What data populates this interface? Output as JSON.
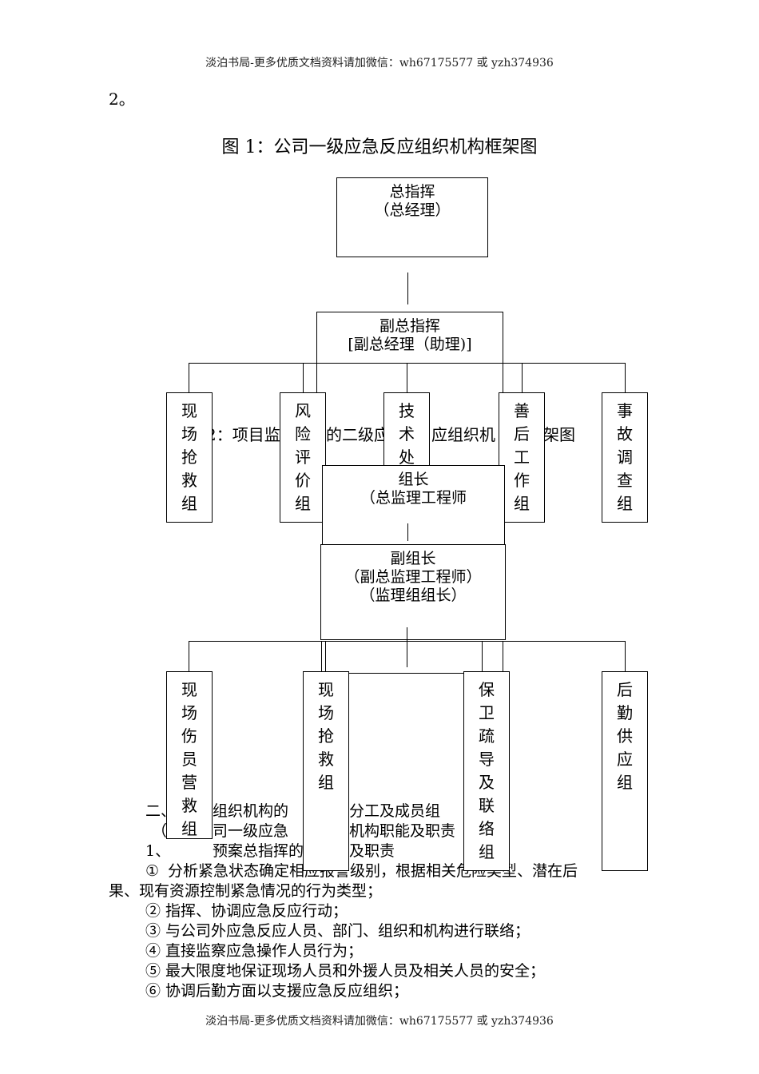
{
  "header": {
    "watermark": "淡泊书局-更多优质文档资料请加微信：wh67175577 或 yzh374936"
  },
  "page_fragment": "2。",
  "figure1": {
    "title": "图 1：公司一级应急反应组织机构框架图",
    "top_box": {
      "line1": "总指挥",
      "line2": "（总经理）"
    },
    "deputy_box": {
      "line1": "副总指挥",
      "line2": "[副总经理（助理)]"
    },
    "groups": [
      "现场抢救组",
      "风险评价组",
      "技术处",
      "善后工作组",
      "事故调查组"
    ]
  },
  "figure2": {
    "title_partial": "2：项目监",
    "title_mid": "的二级应",
    "title_mid2": "应组织机",
    "title_end": "架图",
    "leader_box": {
      "line1": "组长",
      "line2": "（总监理工程师"
    },
    "deputy_box": {
      "line1": "副组长",
      "line2": "（副总监理工程师）",
      "line3": "（监理组组长）"
    },
    "groups": [
      "现场伤员营救组",
      "现场抢救组",
      "保卫疏导及联络组",
      "后勤供应组"
    ]
  },
  "body": {
    "line1a": "二、",
    "line1b": "组织机构的",
    "line1c": "分工及成员组",
    "line2a": "（",
    "line2b": "司一级应急",
    "line2c": "机构职能及职责",
    "line3a": "1、",
    "line3b": "预案总指挥的",
    "line3c": "及职责",
    "line4a": "①",
    "line4b": "分析紧急状态确定相应报警级别，根据相关危险类型、潜在后",
    "line5": "果、现有资源控制紧急情况的行为类型；",
    "line6": "② 指挥、协调应急反应行动；",
    "line7": "③ 与公司外应急反应人员、部门、组织和机构进行联络；",
    "line8": "④ 直接监察应急操作人员行为；",
    "line9": "⑤ 最大限度地保证现场人员和外援人员及相关人员的安全；",
    "line10": "⑥ 协调后勤方面以支援应急反应组织；"
  },
  "footer": {
    "watermark": "淡泊书局-更多优质文档资料请加微信：wh67175577 或 yzh374936"
  }
}
